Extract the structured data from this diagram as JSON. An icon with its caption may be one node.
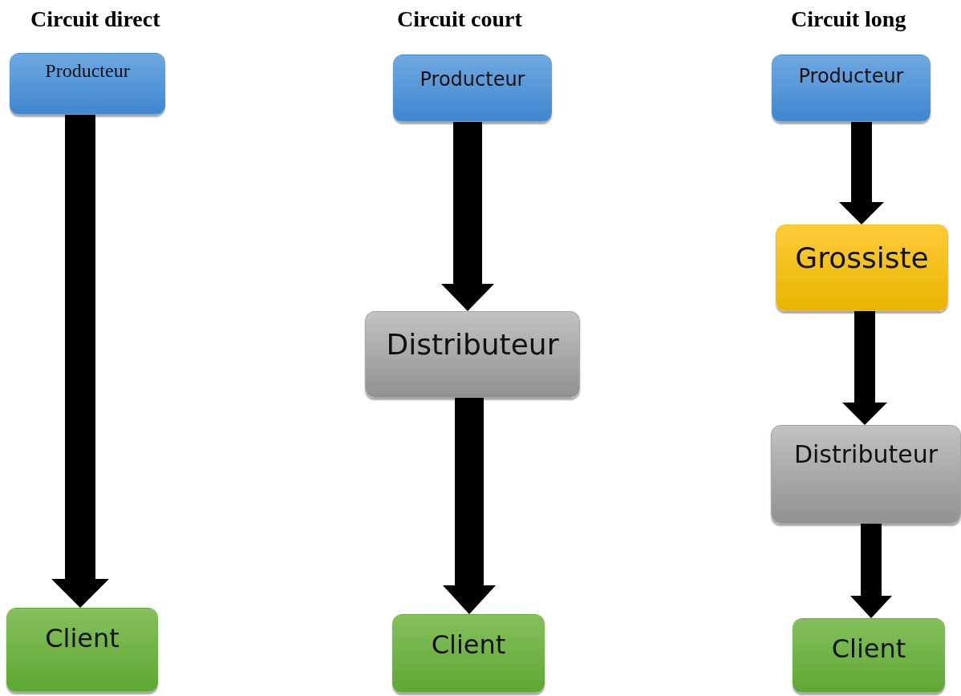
{
  "diagram": {
    "nodes": [
      {
        "text": [
          "Producteur"
        ]
      },
      {
        "text": [
          "Client"
        ]
      },
      {
        "text": [
          "Producteur"
        ]
      },
      {
        "text": [
          "Distributeur"
        ]
      },
      {
        "text": [
          "Client"
        ]
      },
      {
        "text": [
          "Producteur"
        ]
      },
      {
        "text": [
          "Grossiste"
        ]
      },
      {
        "text": [
          "Distributeur"
        ]
      },
      {
        "text": [
          "Client"
        ]
      }
    ],
    "edges": [
      {
        "from": 0,
        "to": 1,
        "arrow": "to"
      },
      {
        "from": 2,
        "to": 3,
        "arrow": "to"
      },
      {
        "from": 3,
        "to": 4,
        "arrow": "to"
      },
      {
        "from": 5,
        "to": 6,
        "arrow": "to"
      },
      {
        "from": 6,
        "to": 7,
        "arrow": "to"
      },
      {
        "from": 7,
        "to": 8,
        "arrow": "to"
      }
    ],
    "labels": [
      "Circuit direct",
      "Circuit court",
      "Circuit long"
    ]
  }
}
